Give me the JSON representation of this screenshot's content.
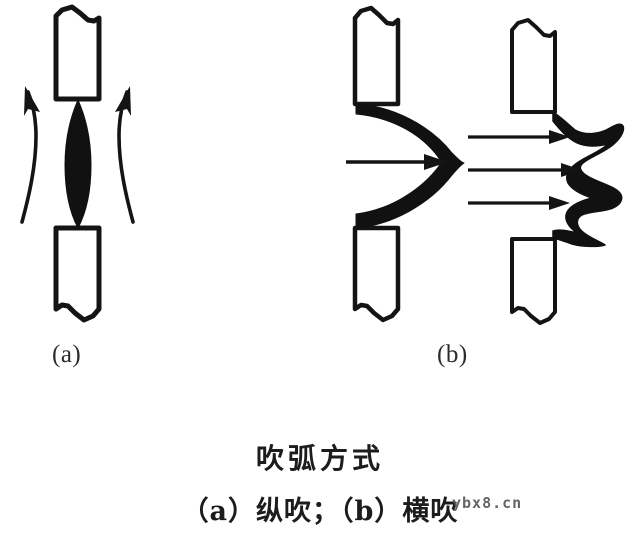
{
  "figure": {
    "name": "arc-blowing-method-figure",
    "background_color": "#ffffff",
    "ink_color": "#111111",
    "caption_title": "吹弧方式",
    "caption_subtitle": "（a）纵吹；（b）横吹",
    "watermark": "ybx8.cn"
  },
  "panels": [
    {
      "id": "a",
      "label": "(a)",
      "title": "纵吹",
      "description": "longitudinal blow: arc stretched axially between two contacts, air streams curve upward on both sides",
      "electrodes": [
        {
          "name": "upper-contact",
          "shape": "broken-end-bar",
          "orientation": "vertical-top"
        },
        {
          "name": "lower-contact",
          "shape": "broken-end-bar",
          "orientation": "vertical-bottom"
        }
      ],
      "arc": {
        "name": "arc-column",
        "shape": "lens-spindle",
        "fill": "#111111"
      },
      "airflow": [
        {
          "name": "airflow-arrow-left",
          "direction": "up-right",
          "path": "curved"
        },
        {
          "name": "airflow-arrow-right",
          "direction": "up-left",
          "path": "curved"
        }
      ]
    },
    {
      "id": "b",
      "label": "(b)",
      "title": "横吹",
      "description": "transverse blow: cross-flow deflects the arc sideways, first into a crescent then into a zigzag",
      "sub_figures": [
        {
          "name": "transverse-single-jet",
          "arc_shape": "crescent-bowed-right",
          "arrow_count": 1
        },
        {
          "name": "transverse-multi-jet",
          "arc_shape": "serpentine-zigzag",
          "arrow_count": 3
        }
      ]
    }
  ]
}
